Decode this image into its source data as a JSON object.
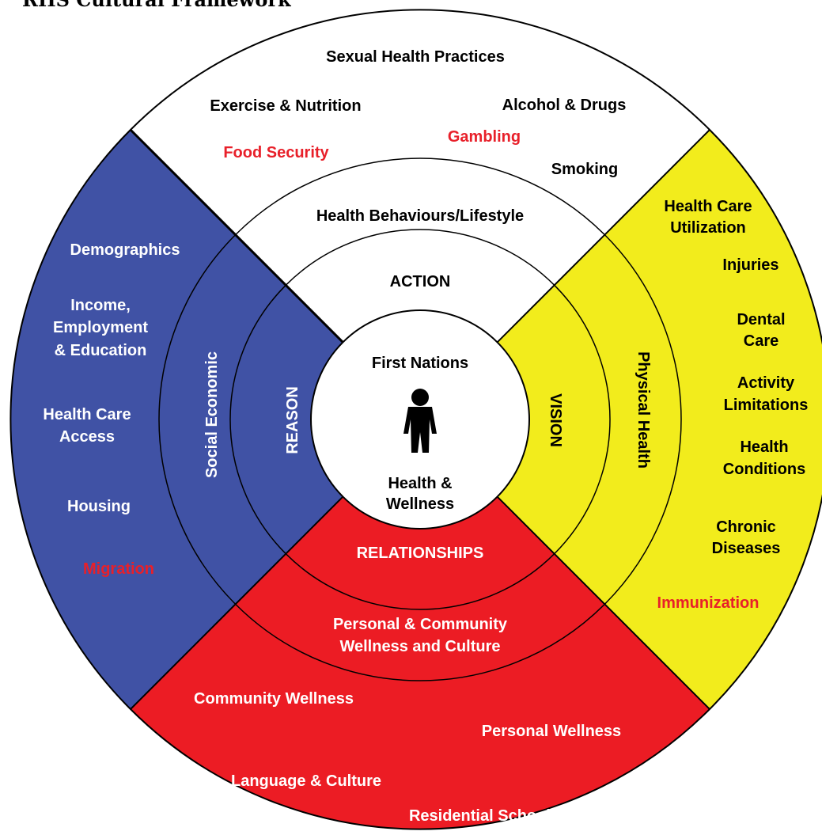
{
  "title": "RHS Cultural Framework",
  "colors": {
    "top": "#ffffff",
    "left": "#4052a5",
    "right": "#f2ec1c",
    "bottom": "#ec1c24",
    "highlight": "#e8202a",
    "outline": "#000000"
  },
  "center": {
    "top_label": "First Nations",
    "bottom_label_1": "Health &",
    "bottom_label_2": "Wellness",
    "icon": "person-icon"
  },
  "quadrants": {
    "top": {
      "inner": "ACTION",
      "middle": "Health Behaviours/Lifestyle",
      "items": {
        "sexual": "Sexual Health Practices",
        "exercise": "Exercise & Nutrition",
        "alcohol": "Alcohol & Drugs",
        "gambling": "Gambling",
        "food": "Food Security",
        "smoking": "Smoking"
      }
    },
    "left": {
      "inner": "REASON",
      "middle": "Social Economic",
      "items": {
        "demographics": "Demographics",
        "income_1": "Income,",
        "income_2": "Employment",
        "income_3": "& Education",
        "access_1": "Health Care",
        "access_2": "Access",
        "housing": "Housing",
        "migration": "Migration"
      }
    },
    "right": {
      "inner": "VISION",
      "middle": "Physical Health",
      "items": {
        "utilization_1": "Health Care",
        "utilization_2": "Utilization",
        "injuries": "Injuries",
        "dental_1": "Dental",
        "dental_2": "Care",
        "activity_1": "Activity",
        "activity_2": "Limitations",
        "conditions_1": "Health",
        "conditions_2": "Conditions",
        "chronic_1": "Chronic",
        "chronic_2": "Diseases",
        "immunization": "Immunization"
      }
    },
    "bottom": {
      "inner": "RELATIONSHIPS",
      "middle_1": "Personal & Community",
      "middle_2": "Wellness and Culture",
      "items": {
        "community": "Community Wellness",
        "personal": "Personal Wellness",
        "language": "Language & Culture",
        "schools": "Residential Schools"
      }
    }
  }
}
